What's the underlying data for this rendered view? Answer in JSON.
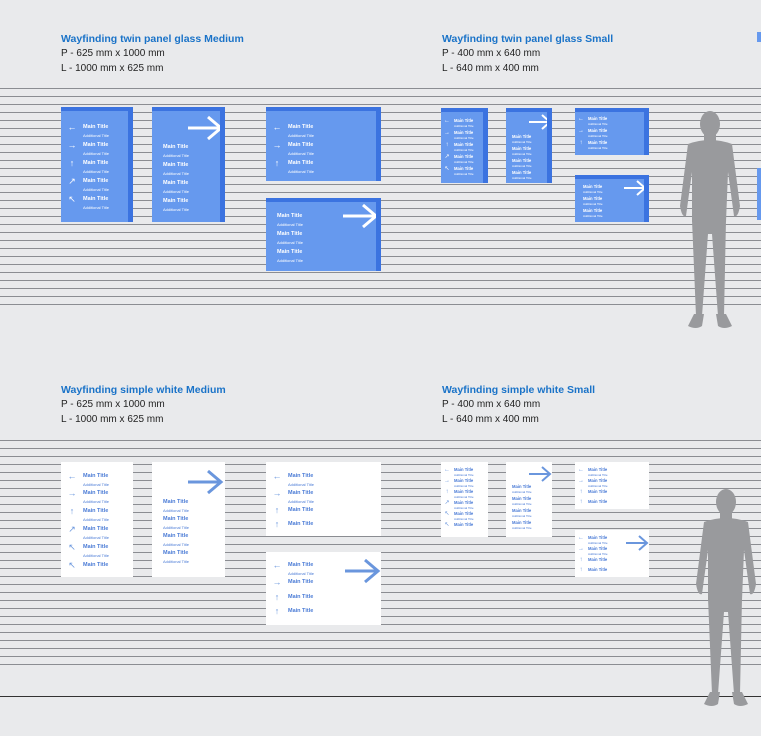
{
  "sections": {
    "twin_medium": {
      "title": "Wayfinding twin panel glass Medium",
      "portrait": "P - 625 mm x 1000 mm",
      "landscape": "L - 1000 mm x 625 mm"
    },
    "twin_small": {
      "title": "Wayfinding twin panel glass Small",
      "portrait": "P - 400 mm x 640 mm",
      "landscape": "L - 640 mm x 400 mm"
    },
    "white_medium": {
      "title": "Wayfinding simple white Medium",
      "portrait": "P - 625 mm x 1000 mm",
      "landscape": "L - 1000 mm x 625 mm"
    },
    "white_small": {
      "title": "Wayfinding simple white Small",
      "portrait": "P - 400 mm x 640 mm",
      "landscape": "L - 640 mm x 400 mm"
    }
  },
  "sign": {
    "main_title": "Main Title",
    "additional_title": "Additional Title"
  },
  "colors": {
    "blue_panel": "#6699ee",
    "blue_edge": "#3b73e0",
    "white_panel": "#ffffff",
    "title_blue": "#1a73c8",
    "silhouette": "#999a9d"
  },
  "icons": {
    "left": "arrow-left-icon",
    "right": "arrow-right-icon",
    "up": "arrow-up-icon",
    "up_right": "arrow-up-right-icon",
    "up_left": "arrow-up-left-icon",
    "person": "person-silhouette-icon"
  }
}
